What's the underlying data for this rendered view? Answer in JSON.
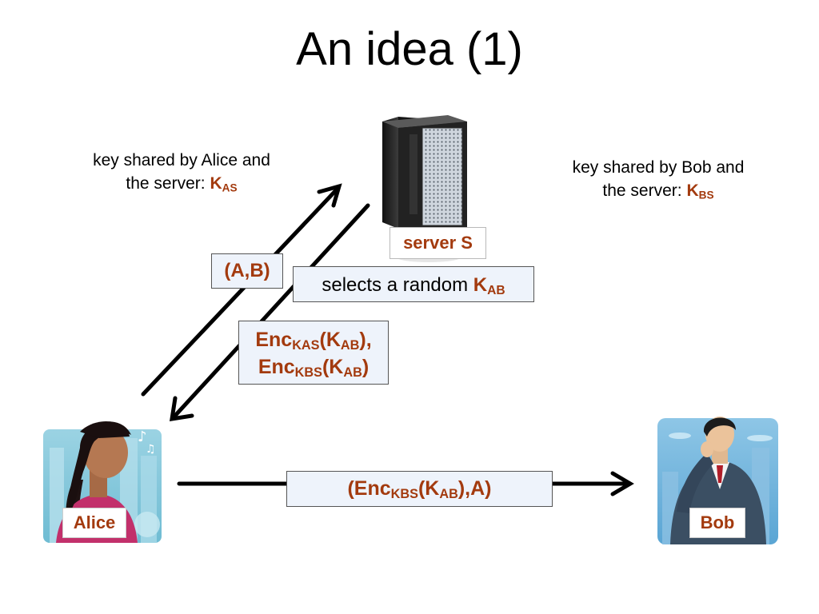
{
  "slide": {
    "title": "An idea (1)",
    "alice_key_note": {
      "line1": "key shared by Alice and",
      "line2": "the server: ",
      "key": "K",
      "key_sub": "AS"
    },
    "bob_key_note": {
      "line1": "key shared by Bob and",
      "line2": "the server: ",
      "key": "K",
      "key_sub": "BS"
    },
    "server_label": "server S",
    "msg_request": "(A,B)",
    "server_action": {
      "text": "selects a random ",
      "key": "K",
      "key_sub": "AB"
    },
    "msg_reply": {
      "l1_enc": "Enc",
      "l1_enc_sub": "KAS",
      "l1_open": "(K",
      "l1_k_sub": "AB",
      "l1_close": "),",
      "l2_enc": "Enc",
      "l2_enc_sub": "KBS",
      "l2_open": "(K",
      "l2_k_sub": "AB",
      "l2_close": ")"
    },
    "msg_forward": {
      "open": "(Enc",
      "enc_sub": "KBS",
      "k_open": "(K",
      "k_sub": "AB",
      "close": "),A)"
    },
    "alice_label": "Alice",
    "bob_label": "Bob"
  },
  "colors": {
    "key_red": "#a33a0e",
    "box_fill": "#eef3fb",
    "arrow": "#000000"
  },
  "icons": [
    "server-icon",
    "alice-avatar-icon",
    "bob-avatar-icon"
  ]
}
